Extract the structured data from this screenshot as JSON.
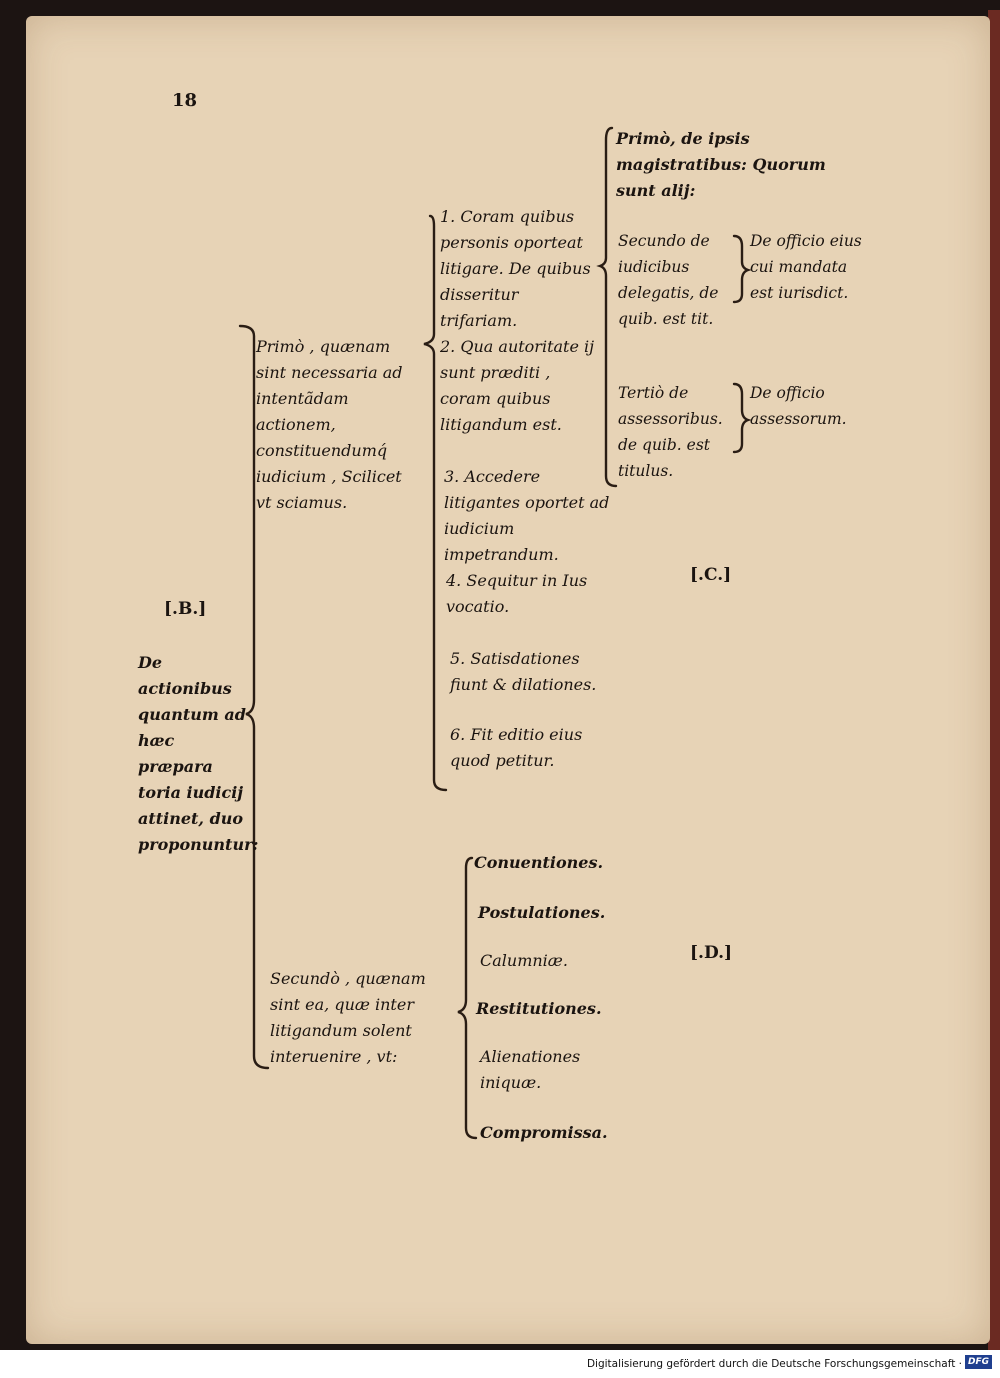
{
  "page": {
    "number": "18",
    "footer": "Digitalisierung gefördert durch die Deutsche Forschungsgemeinschaft ·",
    "footer_logo": "DFG"
  },
  "labels": {
    "b": "[.B.]",
    "c": "[.C.]",
    "d": "[.D.]"
  },
  "root": {
    "text": "De actionibus quantum ad hæc præpara toria iudicij attinet, duo proponuntur:"
  },
  "first": {
    "text": "Primò , quænam sint necessaria ad intentãdam actionem, constituendumq́ iudicium , Scilicet vt sciamus.",
    "items": [
      "1. Coram quibus personis oporteat litigare. De quibus disseritur trifariam.",
      "2. Qua autoritate ij sunt præditi , coram quibus litigandum est.",
      "3. Accedere litigantes oportet ad iudicium impetrandum.",
      "4. Sequitur in Ius vocatio.",
      "5. Satisdationes fiunt & dilationes.",
      "6. Fit editio eius quod petitur."
    ]
  },
  "trifariam": {
    "primo": "Primò, de ipsis magistratibus: Quorum sunt alij:",
    "secundo": "Secundo de iudicibus delegatis, de quib. est tit.",
    "secundo_sub": "De officio eius cui mandata est iurisdict.",
    "tertio": "Tertiò de assessoribus. de quib. est titulus.",
    "tertio_sub": "De officio assessorum."
  },
  "second": {
    "text": "Secundò , quænam sint ea, quæ inter litigandum solent interuenire , vt:",
    "items": [
      "Conuentiones.",
      "Postulationes.",
      "Calumniæ.",
      "Restitutiones.",
      "Alienationes iniquæ.",
      "Compromissa."
    ]
  }
}
